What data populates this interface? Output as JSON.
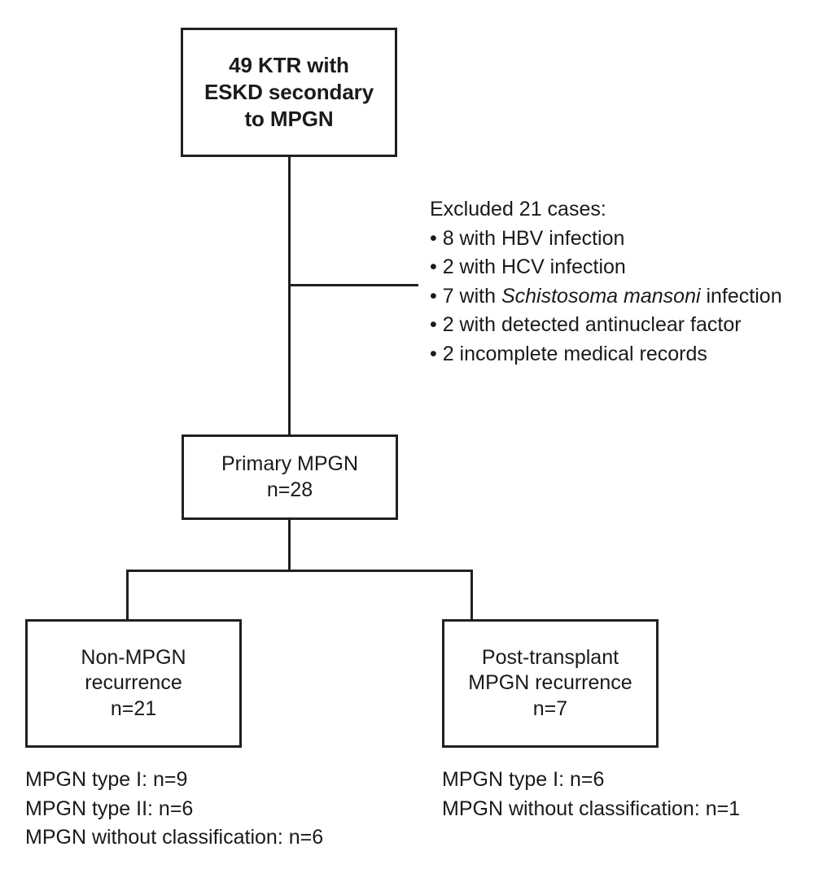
{
  "figure": {
    "type": "flowchart",
    "orientation": "top-down"
  },
  "nodes": {
    "cohort": {
      "lines": [
        "49 KTR with",
        "ESKD secondary",
        "to MPGN"
      ],
      "emphasis": "bold"
    },
    "primary": {
      "lines": [
        "Primary MPGN",
        "n=28"
      ]
    },
    "non_recurrence": {
      "lines": [
        "Non-MPGN",
        "recurrence",
        "n=21"
      ]
    },
    "post_transplant_recurrence": {
      "lines": [
        "Post-transplant",
        "MPGN recurrence",
        "n=7"
      ]
    }
  },
  "exclusions": {
    "heading": "Excluded 21 cases:",
    "items": [
      {
        "pre": "8 with HBV infection",
        "italic": "",
        "post": ""
      },
      {
        "pre": "2 with HCV infection",
        "italic": "",
        "post": ""
      },
      {
        "pre": "7 with ",
        "italic": "Schistosoma mansoni",
        "post": " infection"
      },
      {
        "pre": "2 with detected antinuclear factor",
        "italic": "",
        "post": ""
      },
      {
        "pre": "2 incomplete medical records",
        "italic": "",
        "post": ""
      }
    ]
  },
  "footnotes": {
    "left": [
      "MPGN type I: n=9",
      "MPGN type II: n=6",
      "MPGN without classification: n=6"
    ],
    "right": [
      "MPGN type I: n=6",
      "MPGN without classification: n=1"
    ]
  },
  "colors": {
    "stroke": "#231f20",
    "text": "#1a1a1a",
    "background": "#ffffff"
  }
}
